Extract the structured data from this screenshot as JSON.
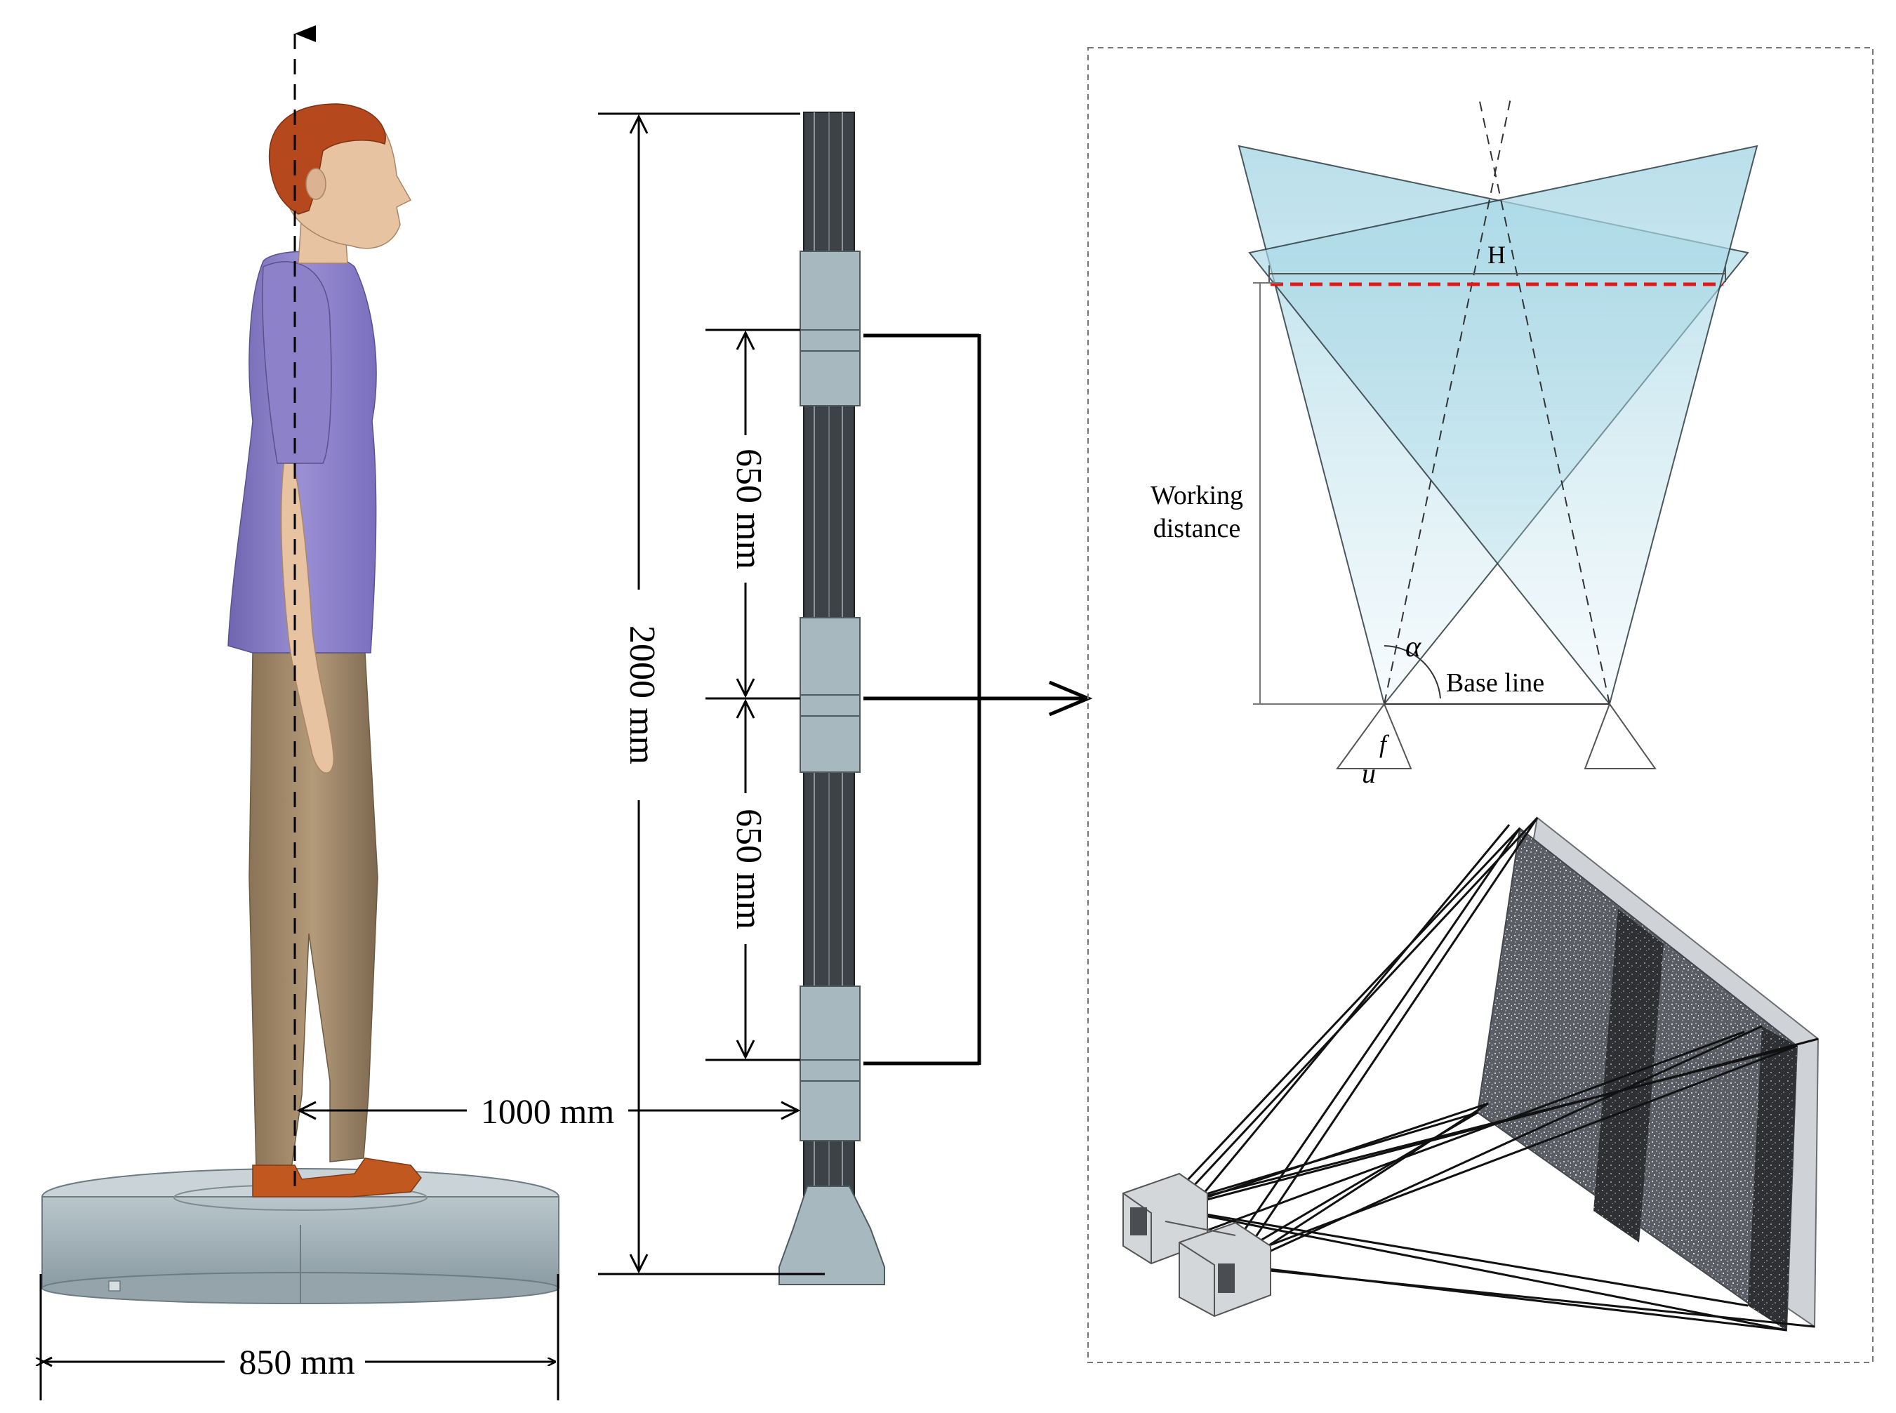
{
  "dimensions": {
    "turntable_diameter": "850 mm",
    "camera_distance": "1000 mm",
    "column_height": "2000 mm",
    "camera_spacing_upper": "650 mm",
    "camera_spacing_lower": "650 mm"
  },
  "stereo_geometry": {
    "field_height_label": "H",
    "working_distance_line1": "Working",
    "working_distance_line2": "distance",
    "angle_label": "α",
    "baseline_label": "Base line",
    "focal_label": "f",
    "sensor_label": "u"
  },
  "colors": {
    "field_of_view": "#a9d8e6",
    "measurement_line": "#e0191b",
    "shirt": "#8d82c9",
    "trousers": "#a98f6f",
    "skin": "#e7c3a2",
    "hair": "#b5481c",
    "shoes": "#c0581f",
    "metal": "#9fb0b8"
  }
}
